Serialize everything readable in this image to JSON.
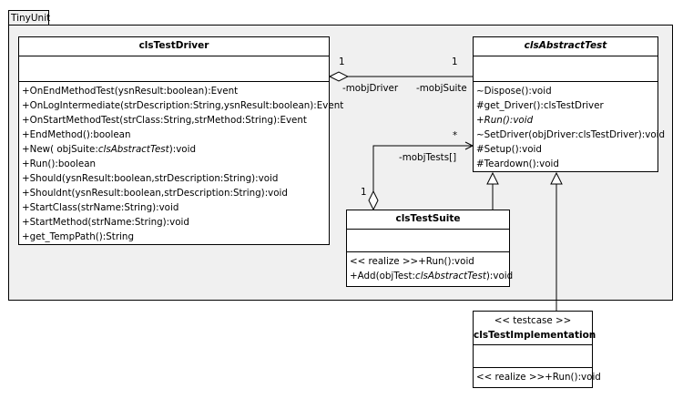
{
  "package": {
    "name": "TinyUnit"
  },
  "classes": {
    "driver": {
      "name": "clsTestDriver",
      "ops": [
        "+OnEndMethodTest(ysnResult:boolean):Event",
        "+OnLogIntermediate(strDescription:String,ysnResult:boolean):Event",
        "+OnStartMethodTest(strClass:String,strMethod:String):Event",
        "+EndMethod():boolean",
        "+New( objSuite:",
        "+Run():boolean",
        "+Should(ysnResult:boolean,strDescription:String):void",
        "+Shouldnt(ysnResult:boolean,strDescription:String):void",
        "+StartClass(strName:String):void",
        "+StartMethod(strName:String):void",
        "+get_TempPath():String"
      ],
      "new_param_type": "clsAbstractTest",
      "new_suffix": "):void"
    },
    "abstract": {
      "name": "clsAbstractTest",
      "ops": [
        "~Dispose():void",
        "#get_Driver():clsTestDriver",
        "+Run():void",
        "~SetDriver(objDriver:clsTestDriver):void",
        "#Setup():void",
        "#Teardown():void"
      ]
    },
    "suite": {
      "name": "clsTestSuite",
      "ops": [
        "<< realize >>+Run():void",
        "+Add(objTest:"
      ],
      "add_param_type": "clsAbstractTest",
      "add_suffix": "):void"
    },
    "impl": {
      "stereotype": "<< testcase >>",
      "name": "clsTestImplementation",
      "ops": [
        "<< realize >>+Run():void"
      ]
    }
  },
  "associations": {
    "driver_abstract": {
      "driver_multiplicity": "1",
      "abstract_multiplicity": "1",
      "driver_role": "-mobjDriver",
      "suite_role": "-mobjSuite"
    },
    "suite_tests": {
      "role": "-mobjTests[]",
      "many": "*",
      "one": "1"
    }
  }
}
